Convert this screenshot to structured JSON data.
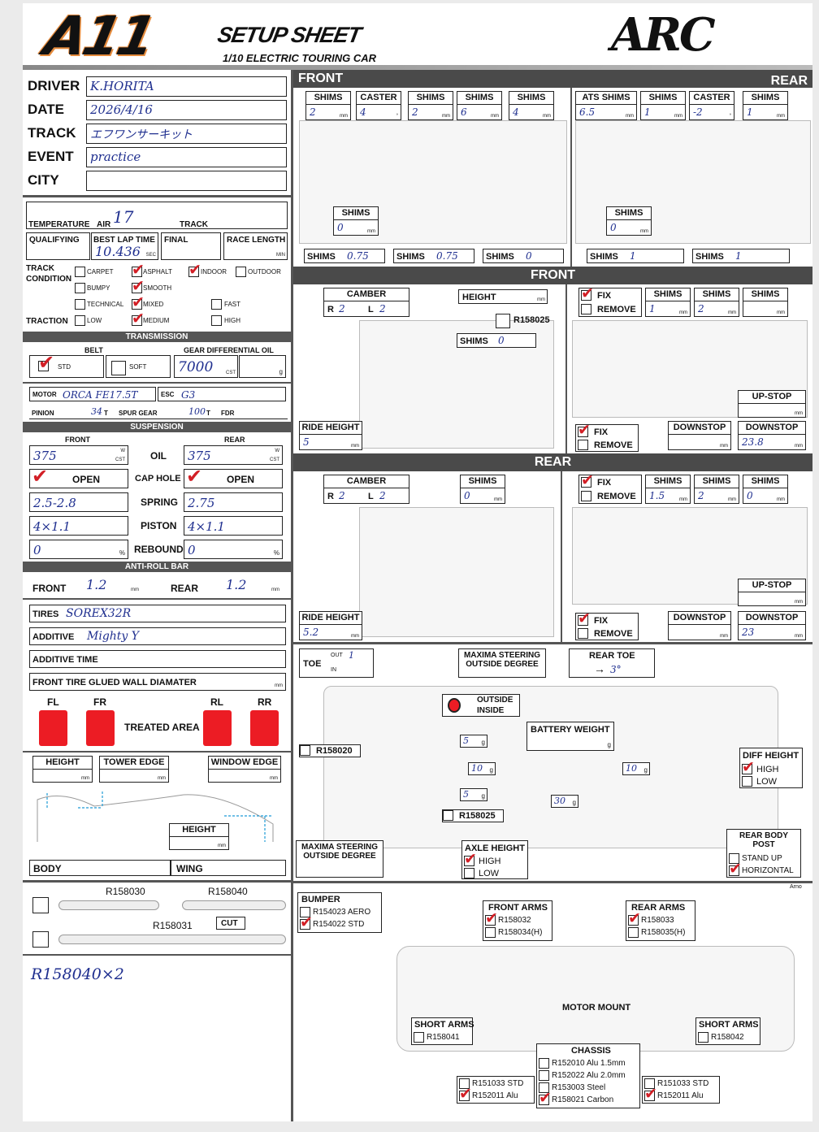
{
  "header": {
    "logo": "A11",
    "title": "SETUP SHEET",
    "subtitle": "1/10 ELECTRIC TOURING CAR",
    "brand": "ARC"
  },
  "info": {
    "driver_label": "DRIVER",
    "driver": "K.HORITA",
    "date_label": "DATE",
    "date": "2026/4/16",
    "track_label": "TRACK",
    "track": "エフワンサーキット",
    "event_label": "EVENT",
    "event": "practice",
    "city_label": "CITY",
    "city": ""
  },
  "conditions": {
    "temperature_label": "TEMPERATURE",
    "air_label": "AIR",
    "air": "17",
    "track_label": "TRACK",
    "qualifying_label": "QUALIFYING",
    "best_lap_label": "BEST LAP TIME",
    "best_lap": "10.436",
    "best_lap_unit": "SEC",
    "final_label": "FINAL",
    "race_length_label": "RACE LENGTH",
    "race_length_unit": "MIN",
    "track_condition_label": "TRACK CONDITION",
    "traction_label": "TRACTION",
    "opt_carpet": "CARPET",
    "opt_asphalt": "ASPHALT",
    "opt_indoor": "INDOOR",
    "opt_outdoor": "OUTDOOR",
    "opt_bumpy": "BUMPY",
    "opt_smooth": "SMOOTH",
    "opt_technical": "TECHNICAL",
    "opt_mixed": "MIXED",
    "opt_fast": "FAST",
    "opt_low": "LOW",
    "opt_medium": "MEDIUM",
    "opt_high": "HIGH"
  },
  "transmission": {
    "title": "TRANSMISSION",
    "belt_label": "BELT",
    "std": "STD",
    "soft": "SOFT",
    "gear_diff_label": "GEAR DIFFERENTIAL OIL",
    "gear_diff": "7000",
    "cst": "CST",
    "g": "g",
    "motor_label": "MOTOR",
    "motor": "ORCA FE17.5T",
    "esc_label": "ESC",
    "esc": "G3",
    "pinion_label": "PINION",
    "pinion": "34",
    "t": "T",
    "spur_label": "SPUR GEAR",
    "spur": "100",
    "fdr_label": "FDR"
  },
  "suspension": {
    "title": "SUSPENSION",
    "front_label": "FRONT",
    "rear_label": "REAR",
    "oil_label": "OIL",
    "front_oil": "375",
    "rear_oil": "375",
    "w": "W",
    "cst": "CST",
    "cap_hole_label": "CAP HOLE",
    "open": "OPEN",
    "spring_label": "SPRING",
    "front_spring": "2.5-2.8",
    "rear_spring": "2.75",
    "piston_label": "PISTON",
    "front_piston": "4×1.1",
    "rear_piston": "4×1.1",
    "rebound_label": "REBOUND",
    "front_rebound": "0",
    "rear_rebound": "0",
    "pct": "%"
  },
  "antiroll": {
    "title": "ANTI-ROLL BAR",
    "front_label": "FRONT",
    "front": "1.2",
    "rear_label": "REAR",
    "rear": "1.2",
    "mm": "mm"
  },
  "tires": {
    "tires_label": "TIRES",
    "tires": "SOREX32R",
    "additive_label": "ADDITIVE",
    "additive": "Mighty Y",
    "additive_time_label": "ADDITIVE TIME",
    "glued_label": "FRONT TIRE GLUED WALL DIAMATER",
    "fl": "FL",
    "fr": "FR",
    "rl": "RL",
    "rr": "RR",
    "treated": "TREATED AREA"
  },
  "body": {
    "height_label": "HEIGHT",
    "tower_edge_label": "TOWER EDGE",
    "window_edge_label": "WINDOW EDGE",
    "body_label": "BODY",
    "wing_label": "WING",
    "mm": "mm"
  },
  "parts": {
    "r158030": "R158030",
    "r158040": "R158040",
    "r158031": "R158031",
    "cut": "CUT",
    "note": "R158040×2"
  },
  "front_top": {
    "bar_left": "FRONT",
    "bar_right": "REAR",
    "shims": "SHIMS",
    "caster": "CASTER",
    "ats_shims": "ATS SHIMS",
    "f1": "2",
    "f_caster": "4",
    "f2": "2",
    "f3": "6",
    "f4": "4",
    "r_ats": "6.5",
    "r1": "1",
    "r_caster": "-2",
    "r2": "1",
    "f_mid": "0",
    "r_mid": "0",
    "fb1": "0.75",
    "fb2": "0.75",
    "fb3": "0",
    "rb1": "1",
    "rb2": "1"
  },
  "front_susp": {
    "bar": "FRONT",
    "camber": "CAMBER",
    "r": "R",
    "l": "L",
    "camber_r": "2",
    "camber_l": "2",
    "height": "HEIGHT",
    "part": "R158025",
    "shims": "SHIMS",
    "shims_v": "0",
    "ride_height": "RIDE HEIGHT",
    "ride_height_v": "5",
    "fix": "FIX",
    "remove": "REMOVE",
    "s1": "1",
    "s2": "2",
    "s3": "",
    "upstop": "UP-STOP",
    "downstop": "DOWNSTOP",
    "downstop_v": "23.8"
  },
  "rear_susp": {
    "bar": "REAR",
    "camber": "CAMBER",
    "camber_r": "2",
    "camber_l": "2",
    "shims": "SHIMS",
    "shims_v": "0",
    "ride_height": "RIDE HEIGHT",
    "ride_height_v": "5.2",
    "fix": "FIX",
    "remove": "REMOVE",
    "s1": "1.5",
    "s2": "2",
    "s3": "0",
    "upstop": "UP-STOP",
    "downstop": "DOWNSTOP",
    "downstop_v": "23"
  },
  "chassis_top": {
    "toe": "TOE",
    "out": "OUT",
    "in": "IN",
    "toe_out": "1",
    "max_steer": "MAXIMA STEERING OUTSIDE DEGREE",
    "rear_toe": "REAR TOE",
    "rear_toe_v": "3°",
    "outside": "OUTSIDE",
    "inside": "INSIDE",
    "battery_weight": "BATTERY WEIGHT",
    "r158020": "R158020",
    "r158025": "R158025",
    "w1": "5",
    "w2": "10",
    "w3": "5",
    "w4": "10",
    "w5": "30",
    "g": "g",
    "diff_height": "DIFF HEIGHT",
    "high": "HIGH",
    "low": "LOW",
    "axle_height": "AXLE HEIGHT",
    "rear_body_post": "REAR BODY POST",
    "stand_up": "STAND UP",
    "horizontal": "HORIZONTAL",
    "arno": "Arno"
  },
  "chassis_bottom": {
    "bumper": "BUMPER",
    "aero": "R154023 AERO",
    "std": "R154022 STD",
    "front_arms": "FRONT ARMS",
    "fa1": "R158032",
    "fa2": "R158034(H)",
    "rear_arms": "REAR ARMS",
    "ra1": "R158033",
    "ra2": "R158035(H)",
    "motor_mount": "MOTOR MOUNT",
    "short_arms": "SHORT ARMS",
    "sa_l": "R158041",
    "sa_r": "R158042",
    "chassis": "CHASSIS",
    "c1": "R152010 Alu 1.5mm",
    "c2": "R152022 Alu 2.0mm",
    "c3": "R153003 Steel",
    "c4": "R158021 Carbon",
    "l1": "R151033 STD",
    "l2": "R152011 Alu",
    "r1": "R151033 STD",
    "r2": "R152011 Alu"
  }
}
